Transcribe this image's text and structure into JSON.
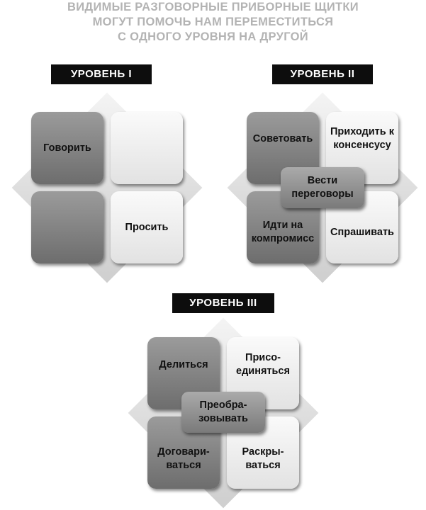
{
  "title": {
    "line1": "ВИДИМЫЕ РАЗГОВОРНЫЕ ПРИБОРНЫЕ ЩИТКИ",
    "line2": "МОГУТ ПОМОЧЬ НАМ ПЕРЕМЕСТИТЬСЯ",
    "line3": "С ОДНОГО УРОВНЯ НА ДРУГОЙ"
  },
  "level1": {
    "label": "УРОВЕНЬ I",
    "top_left": "Говорить",
    "top_right": "",
    "bottom_left": "",
    "bottom_right": "Просить"
  },
  "level2": {
    "label": "УРОВЕНЬ II",
    "top_left": "Советовать",
    "top_right": "Приходить к консенсусу",
    "center": "Вести переговоры",
    "bottom_left": "Идти на компромисс",
    "bottom_right": "Спрашивать"
  },
  "level3": {
    "label": "УРОВЕНЬ III",
    "top_left": "Делиться",
    "top_right": "Присо-\nединяться",
    "center": "Преобра-\nзовывать",
    "bottom_left": "Договари-\nваться",
    "bottom_right": "Раскры-\nваться"
  }
}
